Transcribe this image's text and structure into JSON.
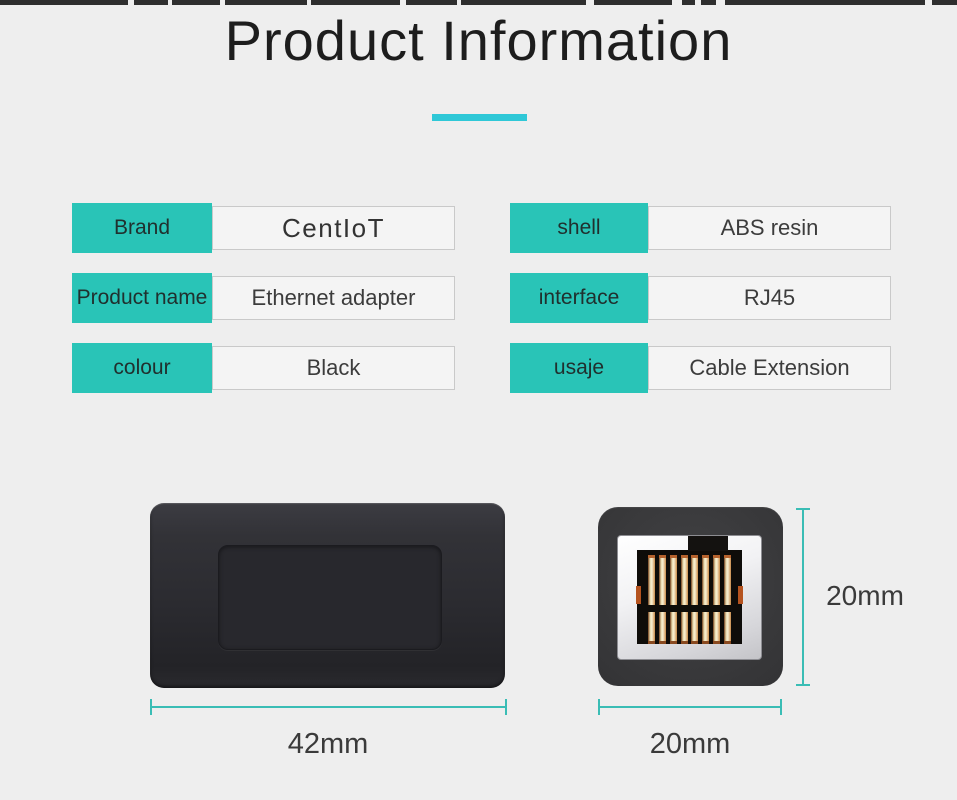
{
  "page": {
    "title": "Product Information"
  },
  "colors": {
    "background": "#eeeeee",
    "label_cell_teal": "#29c4b7",
    "title_underline_cyan": "#2fc8d7",
    "dimension_line_teal": "#3abdb5",
    "adapter_body": "#2b2b30",
    "rj45_body": "#3a3a3c"
  },
  "spec_table": {
    "left": [
      {
        "label": "Brand",
        "value": "CentIoT"
      },
      {
        "label": "Product name",
        "value": "Ethernet adapter"
      },
      {
        "label": "colour",
        "value": "Black"
      }
    ],
    "right": [
      {
        "label": "shell",
        "value": "ABS resin"
      },
      {
        "label": "interface",
        "value": "RJ45"
      },
      {
        "label": "usaje",
        "value": "Cable Extension"
      }
    ]
  },
  "dimensions": {
    "adapter_width": "42mm",
    "port_height": "20mm",
    "port_width": "20mm"
  }
}
